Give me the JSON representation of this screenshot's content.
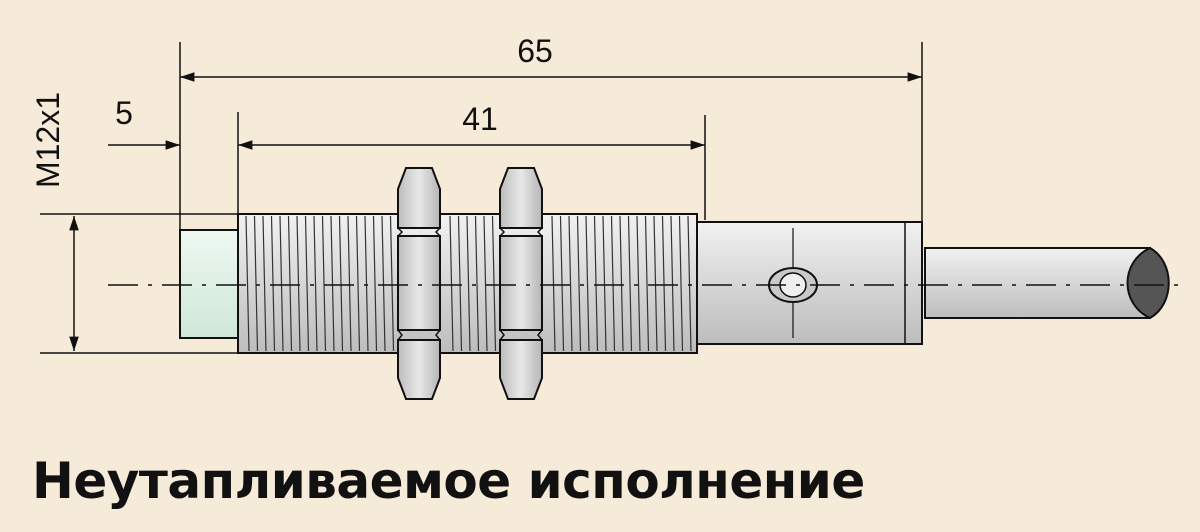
{
  "dimensions": {
    "overall_length": "65",
    "thread_length": "41",
    "face_length": "5",
    "thread_size": "M12x1"
  },
  "caption": "Неутапливаемое исполнение",
  "colors": {
    "background": "#f6ead8",
    "metal": "#d8d8d8",
    "nut": "#cfcfcf",
    "sensing_face": "#dff0e6",
    "cable_end": "#555555",
    "line": "#111111"
  }
}
